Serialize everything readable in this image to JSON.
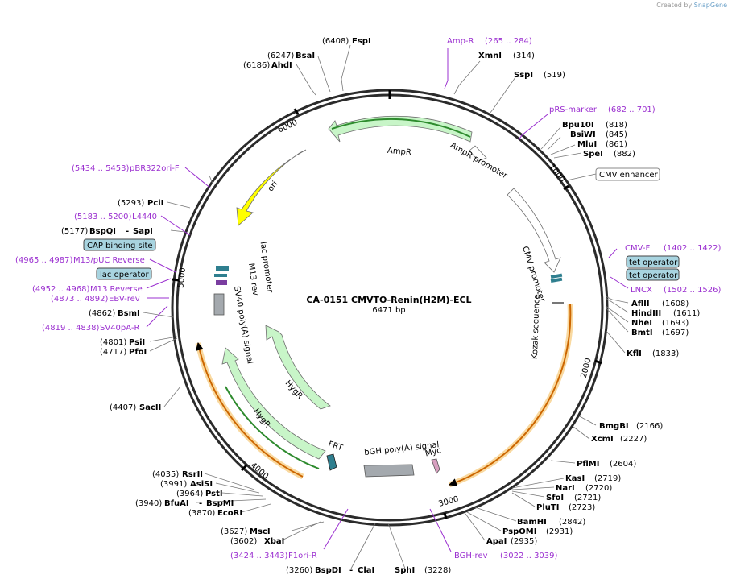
{
  "credit": {
    "prefix": "Created by",
    "brand": "SnapGene"
  },
  "title": {
    "name": "CA-0151 CMVTO-Renin(H2M)-ECL",
    "length": "6471 bp"
  },
  "ticks": [
    {
      "label": "1000"
    },
    {
      "label": "2000"
    },
    {
      "label": "3000"
    },
    {
      "label": "4000"
    },
    {
      "label": "5000"
    },
    {
      "label": "6000"
    }
  ],
  "enzymes": [
    {
      "pos": "(6408)",
      "name": "FspI"
    },
    {
      "pos": "(6247)",
      "name": "BsaI"
    },
    {
      "pos": "(6186)",
      "name": "AhdI"
    },
    {
      "pos": "(314)",
      "name": "XmnI"
    },
    {
      "pos": "(519)",
      "name": "SspI"
    },
    {
      "pos": "(818)",
      "name": "Bpu10I"
    },
    {
      "pos": "(845)",
      "name": "BsiWI"
    },
    {
      "pos": "(861)",
      "name": "MluI"
    },
    {
      "pos": "(882)",
      "name": "SpeI"
    },
    {
      "pos": "(1608)",
      "name": "AflII"
    },
    {
      "pos": "(1611)",
      "name": "HindIII"
    },
    {
      "pos": "(1693)",
      "name": "NheI"
    },
    {
      "pos": "(1697)",
      "name": "BmtI"
    },
    {
      "pos": "(1833)",
      "name": "KflI"
    },
    {
      "pos": "(2166)",
      "name": "BmgBI"
    },
    {
      "pos": "(2227)",
      "name": "XcmI"
    },
    {
      "pos": "(2604)",
      "name": "PflMI"
    },
    {
      "pos": "(2719)",
      "name": "KasI"
    },
    {
      "pos": "(2720)",
      "name": "NarI"
    },
    {
      "pos": "(2721)",
      "name": "SfoI"
    },
    {
      "pos": "(2723)",
      "name": "PluTI"
    },
    {
      "pos": "(2842)",
      "name": "BamHI"
    },
    {
      "pos": "(2931)",
      "name": "PspOMI"
    },
    {
      "pos": "(2935)",
      "name": "ApaI"
    },
    {
      "pos": "(3228)",
      "name": "SphI"
    },
    {
      "pos": "(3260)",
      "name": "BspDI",
      "name2": "ClaI"
    },
    {
      "pos": "(3602)",
      "name": "XbaI"
    },
    {
      "pos": "(3627)",
      "name": "MscI"
    },
    {
      "pos": "(3870)",
      "name": "EcoRI"
    },
    {
      "pos": "(3940)",
      "name": "BfuAI",
      "name2": "BspMI"
    },
    {
      "pos": "(3964)",
      "name": "PstI"
    },
    {
      "pos": "(3991)",
      "name": "AsiSI"
    },
    {
      "pos": "(4035)",
      "name": "RsrII"
    },
    {
      "pos": "(4407)",
      "name": "SacII"
    },
    {
      "pos": "(4717)",
      "name": "PfoI"
    },
    {
      "pos": "(4801)",
      "name": "PsiI"
    },
    {
      "pos": "(4862)",
      "name": "BsmI"
    },
    {
      "pos": "(5177)",
      "name": "BspQI",
      "name2": "SapI"
    },
    {
      "pos": "(5293)",
      "name": "PciI"
    }
  ],
  "primers": [
    {
      "name": "Amp-R",
      "range": "(265 .. 284)"
    },
    {
      "name": "pRS-marker",
      "range": "(682 .. 701)"
    },
    {
      "name": "CMV-F",
      "range": "(1402 .. 1422)"
    },
    {
      "name": "LNCX",
      "range": "(1502 .. 1526)"
    },
    {
      "name": "BGH-rev",
      "range": "(3022 .. 3039)"
    },
    {
      "name": "F1ori-R",
      "range": "(3424 .. 3443)"
    },
    {
      "name": "SV40pA-R",
      "range": "(4819 .. 4838)"
    },
    {
      "name": "EBV-rev",
      "range": "(4873 .. 4892)"
    },
    {
      "name": "M13 Reverse",
      "range": "(4952 .. 4968)"
    },
    {
      "name": "M13/pUC Reverse",
      "range": "(4965 .. 4987)"
    },
    {
      "name": "L4440",
      "range": "(5183 .. 5200)"
    },
    {
      "name": "pBR322ori-F",
      "range": "(5434 .. 5453)"
    }
  ],
  "boxed_features": [
    {
      "name": "CMV enhancer"
    },
    {
      "name": "tet operator"
    },
    {
      "name": "tet operator"
    },
    {
      "name": "CAP binding site"
    },
    {
      "name": "lac operator"
    }
  ],
  "features": [
    {
      "name": "AmpR"
    },
    {
      "name": "AmpR promoter"
    },
    {
      "name": "ori"
    },
    {
      "name": "CMV promoter"
    },
    {
      "name": "Kozak sequence"
    },
    {
      "name": "lac promoter"
    },
    {
      "name": "M13 rev"
    },
    {
      "name": "SV40 poly(A) signal"
    },
    {
      "name": "HygR"
    },
    {
      "name": "HygR"
    },
    {
      "name": "FRT"
    },
    {
      "name": "bGH poly(A) signal"
    },
    {
      "name": "Myc"
    }
  ],
  "colors": {
    "ring": "#2b2b2b",
    "enzyme_text": "#000000",
    "primer": "#9b30d0",
    "ampr": "#c8f5c8",
    "ori": "#ffff00",
    "orf_highlight": "#f5c060",
    "orf_line": "#cc6600",
    "boxed": "#a8d4e0"
  }
}
